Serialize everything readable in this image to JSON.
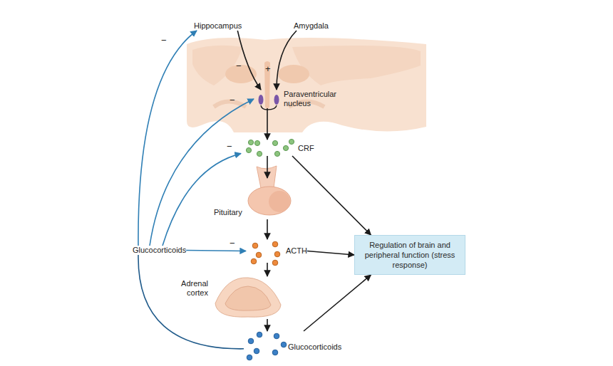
{
  "diagram": {
    "nodes": [
      {
        "text": [
          "Hippocampus"
        ]
      },
      {
        "text": [
          "Amygdala"
        ]
      },
      {
        "text": [
          "Paraventricular nucleus"
        ]
      },
      {
        "text": [
          "CRF"
        ]
      },
      {
        "text": [
          "Pituitary"
        ]
      },
      {
        "text": [
          "ACTH"
        ]
      },
      {
        "text": [
          "Regulation of brain and peripheral function (stress response)"
        ]
      },
      {
        "text": [
          "Adrenal cortex"
        ]
      },
      {
        "text": [
          "Glucocorticoids"
        ]
      },
      {
        "text": [
          "Glucocorticoids"
        ]
      }
    ],
    "edges": [
      {
        "from": 0,
        "to": 2,
        "arrow": "to",
        "label": "−"
      },
      {
        "from": 1,
        "to": 2,
        "arrow": "to",
        "label": "+"
      },
      {
        "from": 2,
        "to": 3,
        "arrow": "to"
      },
      {
        "from": 3,
        "to": 4,
        "arrow": "to"
      },
      {
        "from": 3,
        "to": 6,
        "arrow": "to"
      },
      {
        "from": 4,
        "to": 5,
        "arrow": "to"
      },
      {
        "from": 5,
        "to": 6,
        "arrow": "to"
      },
      {
        "from": 5,
        "to": 7,
        "arrow": "to"
      },
      {
        "from": 7,
        "to": 8,
        "arrow": "to"
      },
      {
        "from": 8,
        "to": 6,
        "arrow": "to"
      },
      {
        "from": 8,
        "to": 9,
        "arrow": "none"
      },
      {
        "from": 9,
        "to": 0,
        "arrow": "to",
        "label": "−"
      },
      {
        "from": 9,
        "to": 2,
        "arrow": "to",
        "label": "−"
      },
      {
        "from": 9,
        "to": 3,
        "arrow": "to",
        "label": "−"
      },
      {
        "from": 9,
        "to": 5,
        "arrow": "to",
        "label": "−"
      }
    ]
  }
}
